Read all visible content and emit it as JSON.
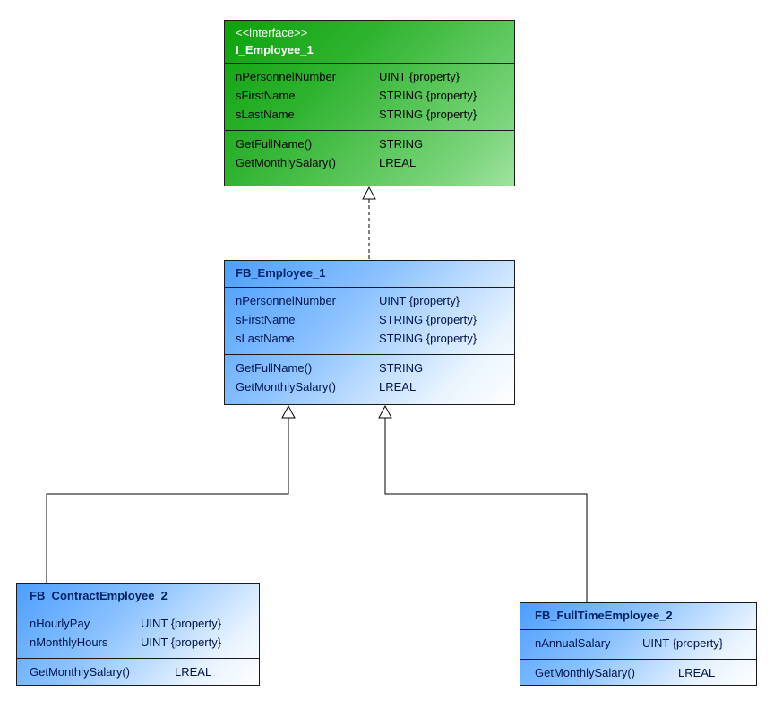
{
  "colors": {
    "interface_gradient_start": "#0CA20C",
    "interface_gradient_end": "#9FE29F",
    "class_gradient_start": "#4C9EFF",
    "class_gradient_end": "#FFFFFF",
    "interface_header_text": "#FFFFFF",
    "class_header_text": "#002366",
    "class_body_text": "#00134D",
    "connector_line": "#000000"
  },
  "boxes": {
    "interface": {
      "stereotype": "<<interface>>",
      "name": "I_Employee_1",
      "attributes": [
        {
          "name": "nPersonnelNumber",
          "type": "UINT {property}"
        },
        {
          "name": "sFirstName",
          "type": "STRING {property}"
        },
        {
          "name": "sLastName",
          "type": "STRING {property}"
        }
      ],
      "methods": [
        {
          "name": "GetFullName()",
          "type": "STRING"
        },
        {
          "name": "GetMonthlySalary()",
          "type": "LREAL"
        }
      ]
    },
    "employee": {
      "name": "FB_Employee_1",
      "attributes": [
        {
          "name": "nPersonnelNumber",
          "type": "UINT {property}"
        },
        {
          "name": "sFirstName",
          "type": "STRING {property}"
        },
        {
          "name": "sLastName",
          "type": "STRING {property}"
        }
      ],
      "methods": [
        {
          "name": "GetFullName()",
          "type": "STRING"
        },
        {
          "name": "GetMonthlySalary()",
          "type": "LREAL"
        }
      ]
    },
    "contract": {
      "name": "FB_ContractEmployee_2",
      "attributes": [
        {
          "name": "nHourlyPay",
          "type": "UINT {property}"
        },
        {
          "name": "nMonthlyHours",
          "type": "UINT {property}"
        }
      ],
      "methods": [
        {
          "name": "GetMonthlySalary()",
          "type": "LREAL"
        }
      ]
    },
    "fulltime": {
      "name": "FB_FullTimeEmployee_2",
      "attributes": [
        {
          "name": "nAnnualSalary",
          "type": "UINT {property}"
        }
      ],
      "methods": [
        {
          "name": "GetMonthlySalary()",
          "type": "LREAL"
        }
      ]
    }
  },
  "connectors": {
    "realization": "FB_Employee_1 implements I_Employee_1",
    "inheritance_contract": "FB_ContractEmployee_2 extends FB_Employee_1",
    "inheritance_fulltime": "FB_FullTimeEmployee_2 extends FB_Employee_1"
  }
}
